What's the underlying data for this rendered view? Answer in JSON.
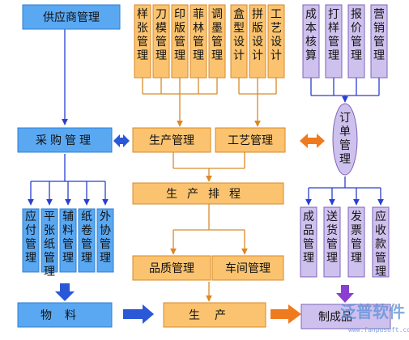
{
  "colors": {
    "blue": "#5aa8f2",
    "orange": "#fbc36f",
    "purple": "#cfc1ee",
    "arrow_blue": "#2a58d6",
    "arrow_orange": "#f07a1e"
  },
  "nodes": {
    "supplier": "供应商管理",
    "procurement": "采购管理",
    "materials": "物料",
    "pay": "应付管理",
    "flat": "平张纸管理",
    "aux": "辅料管理",
    "roll": "纸卷管理",
    "outsource": "外协管理",
    "sample": "样张管理",
    "die": "刀模管理",
    "plate": "印版管理",
    "film": "菲林管理",
    "ink": "调墨管理",
    "box": "盒型设计",
    "imposition": "拼版设计",
    "craft": "工艺设计",
    "prod_mgmt": "生产管理",
    "craft_mgmt": "工艺管理",
    "schedule": "生产排程",
    "quality": "品质管理",
    "workshop": "车间管理",
    "production": "生产",
    "cost": "成本核算",
    "proof": "打样管理",
    "quote": "报价管理",
    "marketing": "营销管理",
    "order": "订单管理",
    "finished": "成品管理",
    "delivery": "送货管理",
    "invoice": "发票管理",
    "receivable": "应收款管理",
    "final_product": "制成品"
  },
  "watermark": {
    "main": "泛普软件",
    "url": "www.fanpusoft.com"
  }
}
